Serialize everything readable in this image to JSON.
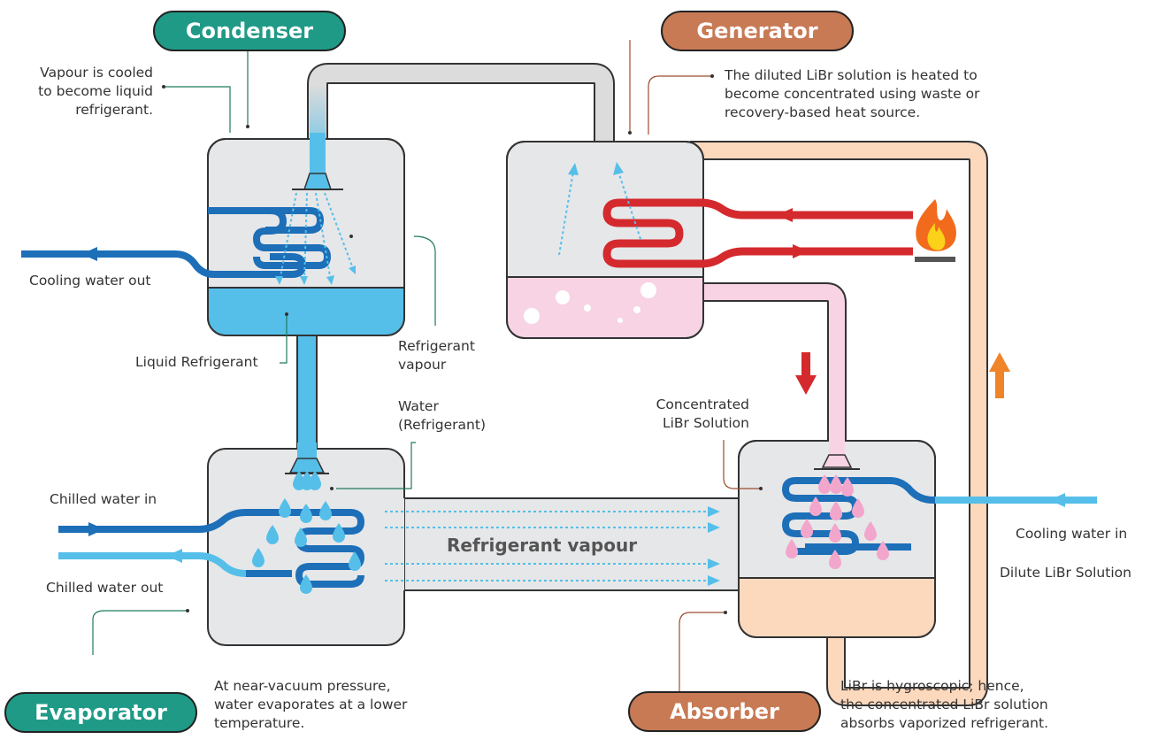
{
  "titles": {
    "condenser": "Condenser",
    "generator": "Generator",
    "evaporator": "Evaporator",
    "absorber": "Absorber"
  },
  "labels": {
    "condenser_note": [
      "Vapour is cooled",
      "to become liquid",
      "refrigerant."
    ],
    "generator_note": [
      "The diluted LiBr solution is heated to",
      "become concentrated using waste or",
      "recovery-based heat source."
    ],
    "cooling_water_out": "Cooling water out",
    "liquid_refrigerant": "Liquid Refrigerant",
    "refrigerant_vapour_small": [
      "Refrigerant",
      "vapour"
    ],
    "water_refrigerant": [
      "Water",
      "(Refrigerant)"
    ],
    "concentrated_libr": [
      "Concentrated",
      "LiBr Solution"
    ],
    "chilled_water_in": "Chilled water in",
    "chilled_water_out": "Chilled water out",
    "refrigerant_vapour_big": "Refrigerant vapour",
    "cooling_water_in": "Cooling water in",
    "dilute_libr": "Dilute LiBr Solution",
    "evaporator_note": [
      "At near-vacuum pressure,",
      "water evaporates at a lower",
      "temperature."
    ],
    "absorber_note": [
      "LiBr is hygroscopic; hence,",
      "the concentrated LiBr solution",
      "absorbs vaporized refrigerant."
    ]
  },
  "colors": {
    "vessel": "#e6e7e9",
    "vessel_border": "#333333",
    "teal_pill": "#1f9a87",
    "copper_pill": "#c87a55",
    "dark_blue": "#1d6fb8",
    "light_blue": "#55bfe9",
    "red": "#d42a2e",
    "pink": "#f7d3e4",
    "peach": "#fcd8bd",
    "orange": "#f08428",
    "grey_pipe": "#dcdcdc"
  },
  "icons": [
    "flame-icon",
    "down-arrow-icon",
    "up-arrow-icon"
  ]
}
